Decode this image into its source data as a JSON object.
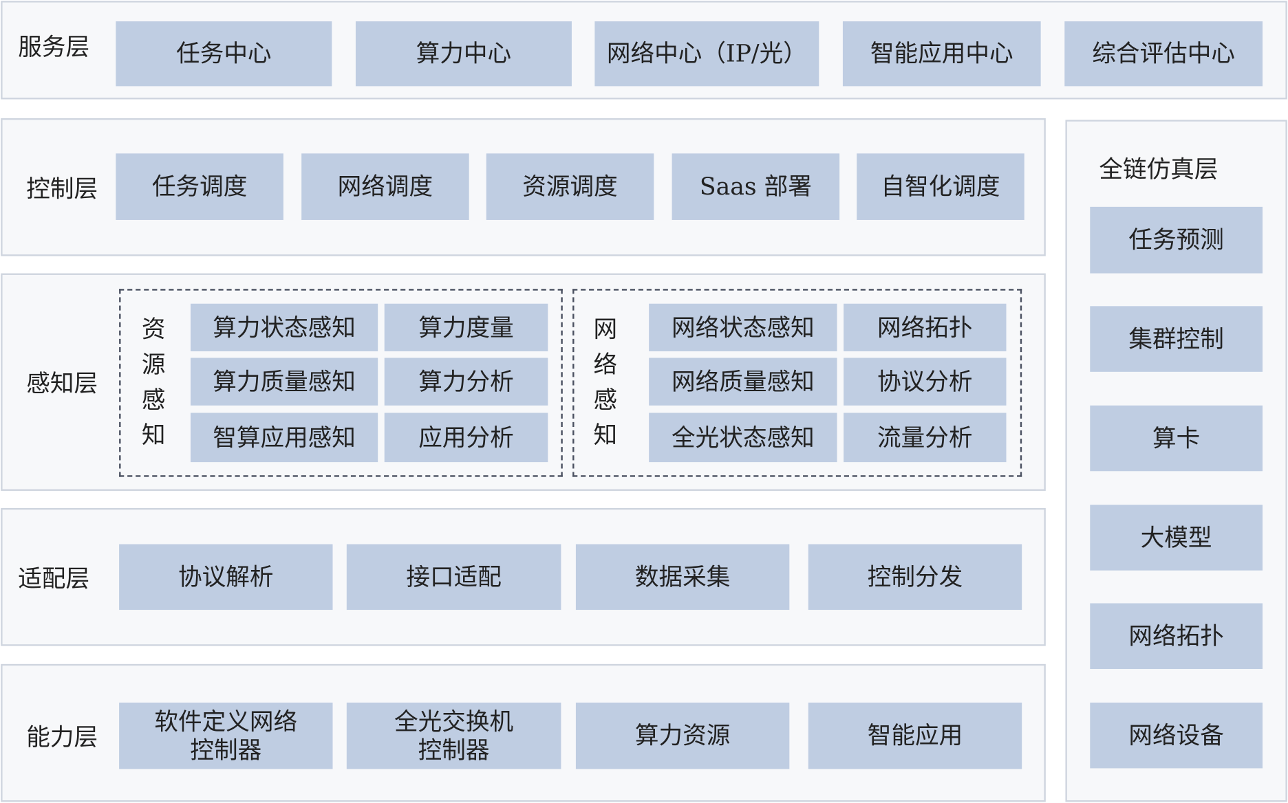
{
  "service": {
    "label": "服务层",
    "items": [
      "任务中心",
      "算力中心",
      "网络中心（IP/光）",
      "智能应用中心",
      "综合评估中心"
    ]
  },
  "control": {
    "label": "控制层",
    "items": [
      "任务调度",
      "网络调度",
      "资源调度",
      "Saas 部署",
      "自智化调度"
    ]
  },
  "perception": {
    "label": "感知层",
    "resource": {
      "label": "资源感知",
      "items": [
        "算力状态感知",
        "算力度量",
        "算力质量感知",
        "算力分析",
        "智算应用感知",
        "应用分析"
      ]
    },
    "network": {
      "label": "网络感知",
      "items": [
        "网络状态感知",
        "网络拓扑",
        "网络质量感知",
        "协议分析",
        "全光状态感知",
        "流量分析"
      ]
    }
  },
  "adapter": {
    "label": "适配层",
    "items": [
      "协议解析",
      "接口适配",
      "数据采集",
      "控制分发"
    ]
  },
  "ability": {
    "label": "能力层",
    "items": [
      "软件定义网络\n控制器",
      "全光交换机\n控制器",
      "算力资源",
      "智能应用"
    ]
  },
  "simulation": {
    "label": "全链仿真层",
    "items": [
      "任务预测",
      "集群控制",
      "算卡",
      "大模型",
      "网络拓扑",
      "网络设备"
    ]
  }
}
